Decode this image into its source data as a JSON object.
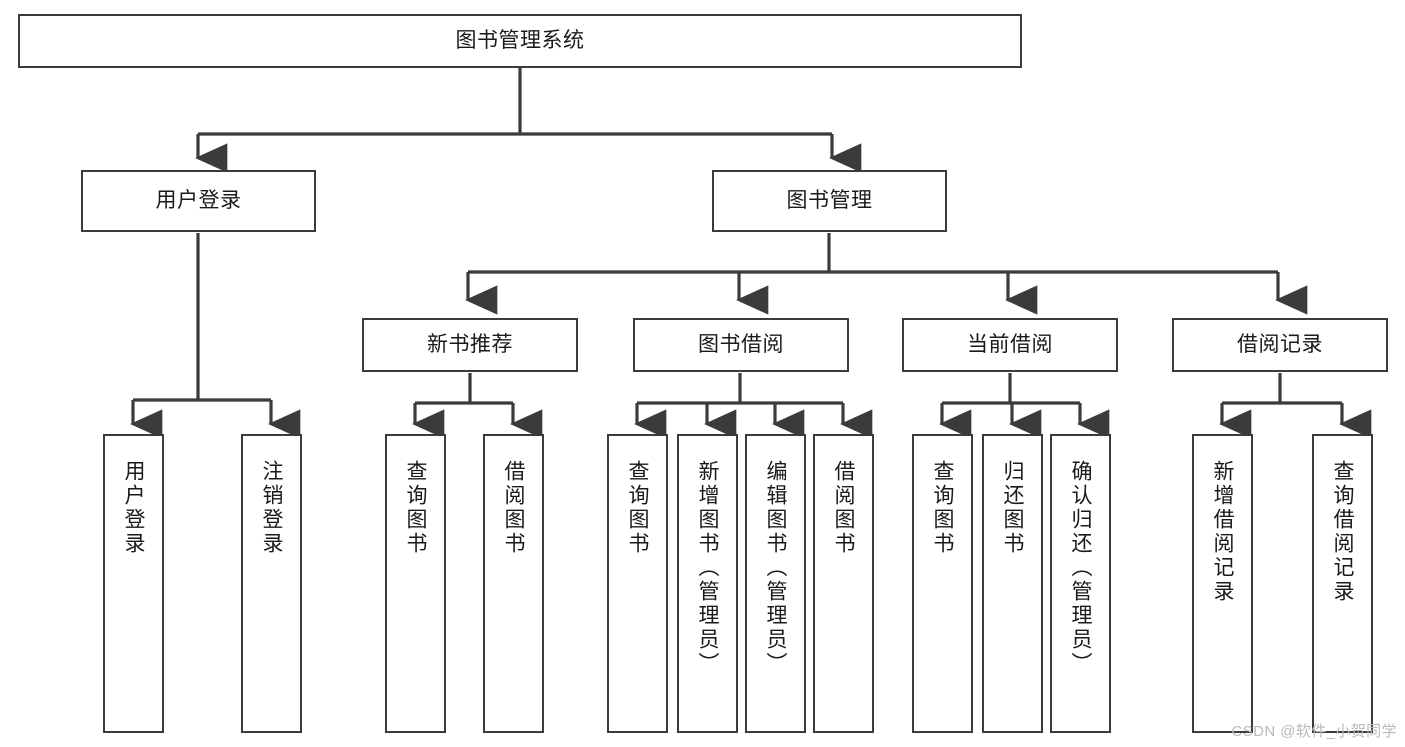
{
  "diagram": {
    "title": "图书管理系统",
    "type": "hierarchy-tree",
    "watermark": "CSDN @软件_小贺同学",
    "colors": {
      "border": "#3b3b3b",
      "node_fill": "#ffffff",
      "connector": "#3b3b3b",
      "text": "#1a1a1a",
      "watermark": "#b9b9b9",
      "background": "#ffffff"
    },
    "levels": {
      "root": {
        "label": "图书管理系统",
        "orientation": "horizontal"
      },
      "level2": [
        {
          "label": "用户登录",
          "orientation": "horizontal"
        },
        {
          "label": "图书管理",
          "orientation": "horizontal"
        }
      ],
      "level3": [
        {
          "label": "新书推荐",
          "orientation": "horizontal"
        },
        {
          "label": "图书借阅",
          "orientation": "horizontal"
        },
        {
          "label": "当前借阅",
          "orientation": "horizontal"
        },
        {
          "label": "借阅记录",
          "orientation": "horizontal"
        }
      ],
      "leaves": {
        "user_login": [
          {
            "label": "用户登录",
            "orientation": "vertical"
          },
          {
            "label": "注销登录",
            "orientation": "vertical"
          }
        ],
        "new_book_recommend": [
          {
            "label": "查询图书",
            "orientation": "vertical"
          },
          {
            "label": "借阅图书",
            "orientation": "vertical"
          }
        ],
        "book_borrow": [
          {
            "label": "查询图书",
            "orientation": "vertical"
          },
          {
            "label": "新增图书（管理员）",
            "orientation": "vertical"
          },
          {
            "label": "编辑图书（管理员）",
            "orientation": "vertical"
          },
          {
            "label": "借阅图书",
            "orientation": "vertical"
          }
        ],
        "current_borrow": [
          {
            "label": "查询图书",
            "orientation": "vertical"
          },
          {
            "label": "归还图书",
            "orientation": "vertical"
          },
          {
            "label": "确认归还（管理员）",
            "orientation": "vertical"
          }
        ],
        "borrow_record": [
          {
            "label": "新增借阅记录",
            "orientation": "vertical"
          },
          {
            "label": "查询借阅记录",
            "orientation": "vertical"
          }
        ]
      }
    }
  }
}
